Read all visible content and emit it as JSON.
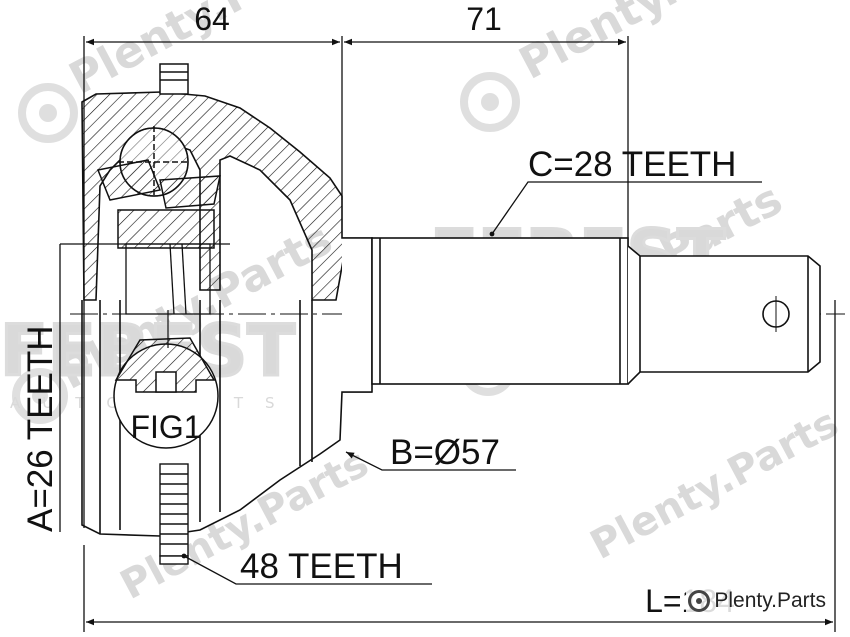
{
  "dimensions": {
    "top_left": "64",
    "top_right": "71",
    "overall": "L=184"
  },
  "callouts": {
    "c_teeth": "C=28 TEETH",
    "b_diameter": "B=Ø57",
    "a_teeth": "A=26 TEETH",
    "abs_teeth": "48 TEETH",
    "fig": "FIG1"
  },
  "watermarks": {
    "site": "Plenty.Parts",
    "brand_word": "FEBEST",
    "brand_sub": "AUTOPARTS"
  },
  "brand_badge": {
    "text": "Plenty.Parts",
    "icon": "brake-disc-icon"
  },
  "colors": {
    "line": "#111111",
    "watermark": "#d9d9d9"
  }
}
